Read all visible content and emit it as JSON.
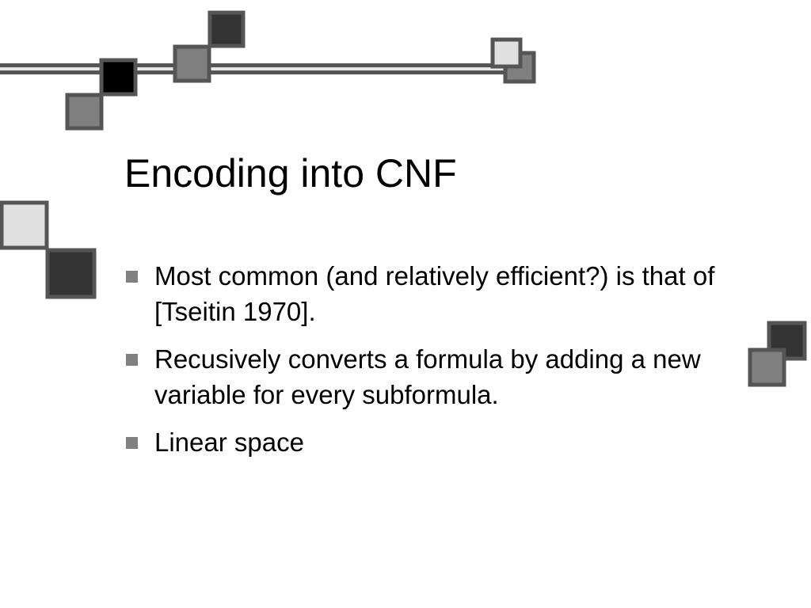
{
  "slide": {
    "title": "Encoding into CNF",
    "bullets": [
      "Most common (and relatively efficient?) is that of [Tseitin 1970].",
      "Recusively converts a formula by adding a new variable for every subformula.",
      "Linear space"
    ]
  },
  "colors": {
    "text": "#000000",
    "bullet": "#808080",
    "square_dark": "#333333",
    "square_mid": "#808080",
    "square_light": "#e0e0e0",
    "square_black": "#000000",
    "square_border": "#555555"
  }
}
